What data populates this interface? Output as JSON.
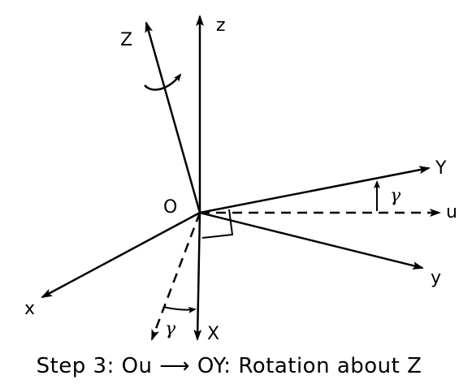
{
  "labels": {
    "origin": "O",
    "z_fixed": "z",
    "z_rotated": "Z",
    "y_fixed": "y",
    "y_rotated": "Y",
    "u_axis": "u",
    "x_fixed": "x",
    "x_rotated": "X",
    "gamma_right": "γ",
    "gamma_bottom": "γ"
  },
  "caption": "Step 3: Ou ⟶ OY: Rotation about Z"
}
